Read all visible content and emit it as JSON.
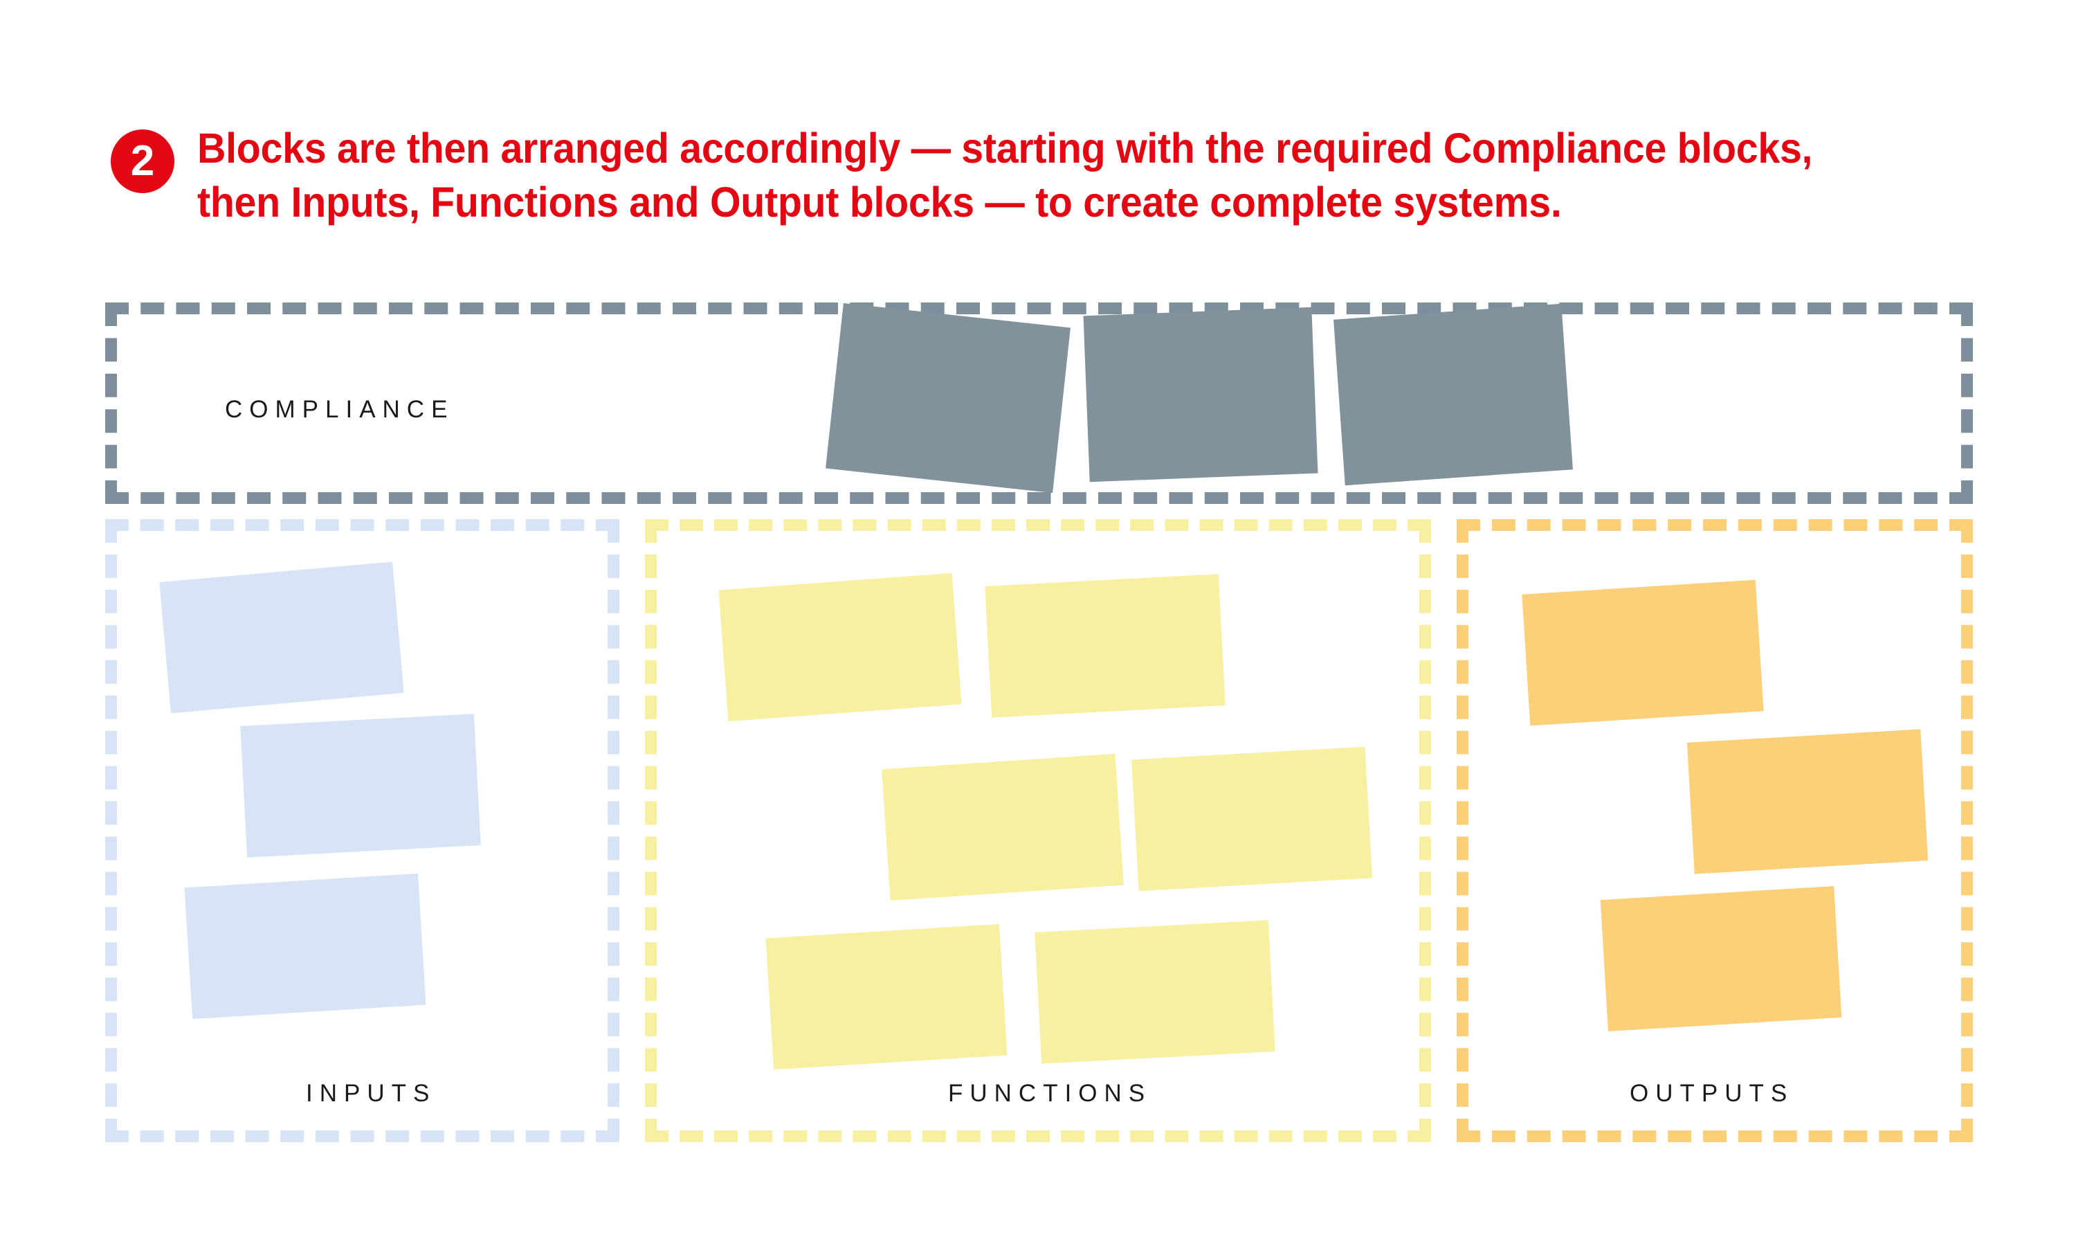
{
  "heading": {
    "step_number": "2",
    "line1": "Blocks are then arranged accordingly — starting with the required Compliance blocks,",
    "line2": "then Inputs, Functions and Output blocks — to create complete systems."
  },
  "colors": {
    "accent_red": "#e30613",
    "compliance_gray": "#82929c",
    "compliance_border": "#7d8f9a",
    "inputs_blue": "#d6e4f5",
    "functions_yellow": "#f7f0a0",
    "outputs_orange": "#fccf79",
    "label_text": "#1a1a1a",
    "background": "#ffffff"
  },
  "zones": [
    {
      "id": "compliance",
      "label": "COMPLIANCE",
      "border_color": "#7d8f9a",
      "block_color": "#82929c",
      "block_count": 3
    },
    {
      "id": "inputs",
      "label": "INPUTS",
      "border_color": "#d6e4f5",
      "block_color": "#d6e4f5",
      "block_count": 3
    },
    {
      "id": "functions",
      "label": "FUNCTIONS",
      "border_color": "#f7f0a0",
      "block_color": "#f7f0a0",
      "block_count": 6
    },
    {
      "id": "outputs",
      "label": "OUTPUTS",
      "border_color": "#fccf79",
      "block_color": "#fccf79",
      "block_count": 3
    }
  ]
}
